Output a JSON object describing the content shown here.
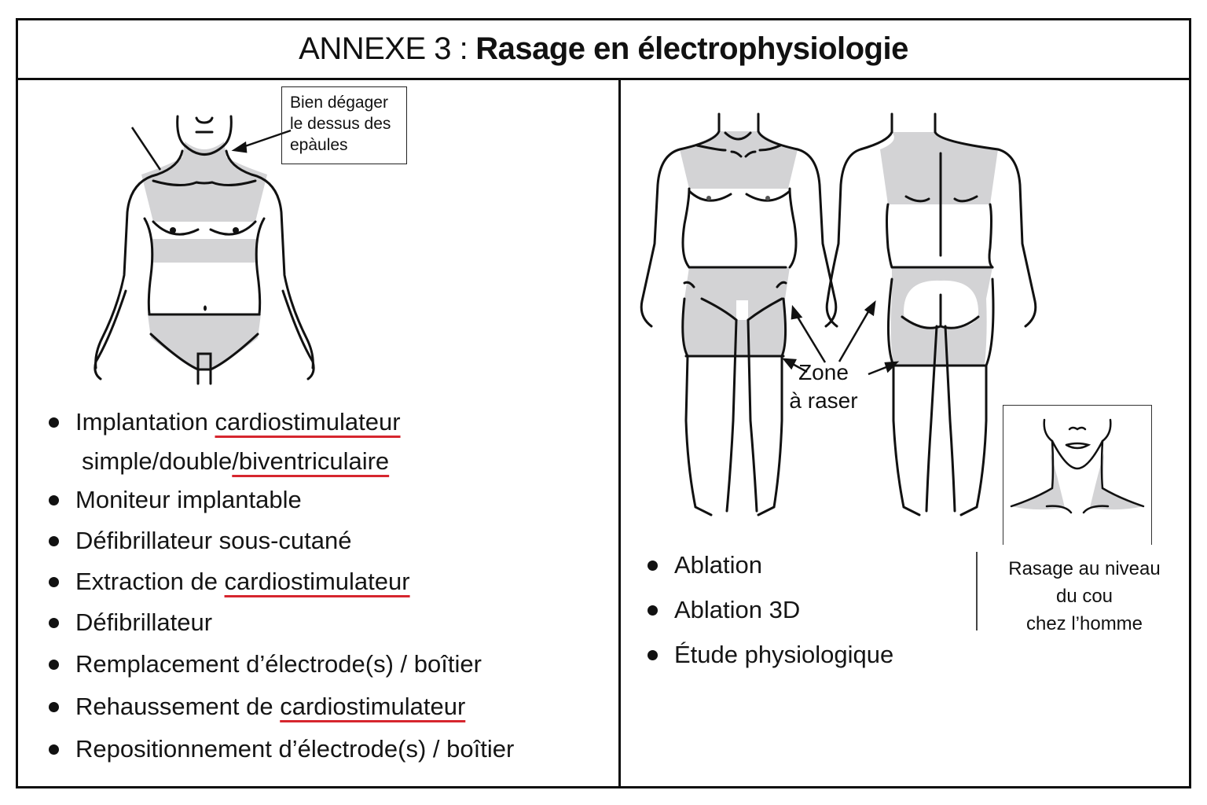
{
  "header": {
    "title_prefix": "ANNEXE 3 :",
    "title_main": "Rasage en électrophysiologie"
  },
  "left_panel": {
    "callout": {
      "lines": [
        "Bien dégager",
        "le dessus des",
        "epàules"
      ]
    },
    "procedures": [
      {
        "text": "Implantation ",
        "underlined": "cardiostimulateur"
      },
      {
        "text": "simple/double",
        "underlined": "/biventriculaire",
        "continuation": true
      },
      {
        "text": "Moniteur implantable"
      },
      {
        "text": "Défibrillateur sous-cutané"
      },
      {
        "text": "Extraction de ",
        "underlined": "cardiostimulateur"
      },
      {
        "text": "Défibrillateur"
      },
      {
        "text": "Remplacement d’électrode(s) / boîtier"
      },
      {
        "text": "Rehaussement de ",
        "underlined": "cardiostimulateur"
      },
      {
        "text": "Repositionnement d’électrode(s) / boîtier"
      }
    ],
    "figure": "torso-front-shaving-zones"
  },
  "right_panel": {
    "zone_label": [
      "Zone",
      "à raser"
    ],
    "figures": [
      "body-front-shaving-zones",
      "body-back-shaving-zones"
    ],
    "procedures": [
      {
        "text": "Ablation"
      },
      {
        "text": "Ablation 3D"
      },
      {
        "text": "Étude physiologique"
      }
    ],
    "neck_inset": {
      "figure": "neck-shaving-zone",
      "caption": [
        "Rasage au niveau",
        "du cou",
        "chez l’homme"
      ]
    }
  },
  "colors": {
    "border": "#0d0d0d",
    "shaded_zone": "#d3d3d5",
    "underline_accent": "#d6262e",
    "text": "#111111"
  }
}
